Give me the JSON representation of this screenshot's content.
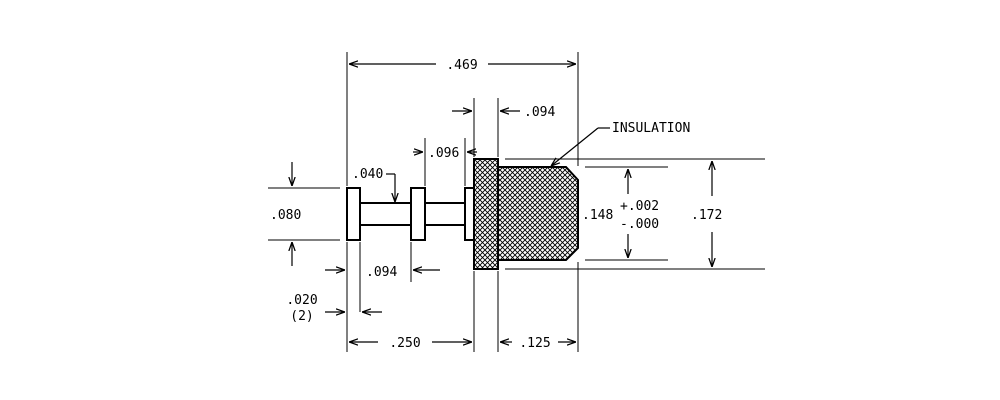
{
  "dimensions": {
    "overall_length": ".469",
    "flange_thickness": ".094",
    "insulation_label": "INSULATION",
    "gap_width": ".096",
    "groove_width": ".040",
    "pin_diameter": ".080",
    "insulation_diameter": ".148",
    "tolerance_plus": "+.002",
    "tolerance_minus": "-.000",
    "outer_diameter": ".172",
    "spacing": ".094",
    "head_thickness": ".020",
    "head_count": "(2)",
    "pin_length": ".250",
    "insulation_length": ".125"
  },
  "colors": {
    "ink": "#000000",
    "paper": "#ffffff"
  }
}
